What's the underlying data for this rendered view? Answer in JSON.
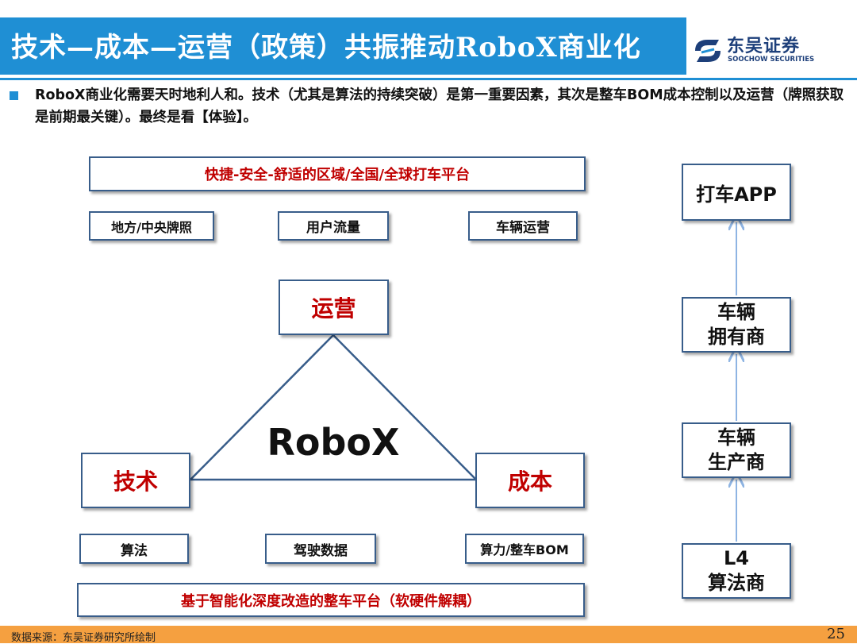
{
  "header": {
    "title": "技术—成本—运营（政策）共振推动RoboX商业化",
    "logo_cn": "东吴证券",
    "logo_en": "SOOCHOW SECURITIES"
  },
  "intro": "RoboX商业化需要天时地利人和。技术（尤其是算法的持续突破）是第一重要因素，其次是整车BOM成本控制以及运营（牌照获取是前期最关键）。最终是看【体验】。",
  "triangle": {
    "center": "RoboX",
    "top": "运营",
    "left": "技术",
    "right": "成本"
  },
  "top_platform": "快捷-安全-舒适的区域/全国/全球打车平台",
  "ops_items": [
    "地方/中央牌照",
    "用户流量",
    "车辆运营"
  ],
  "bottom_items": [
    "算法",
    "驾驶数据",
    "算力/整车BOM"
  ],
  "bottom_platform": "基于智能化深度改造的整车平台（软硬件解耦）",
  "chain": {
    "app": "打车APP",
    "owner_l1": "车辆",
    "owner_l2": "拥有商",
    "maker_l1": "车辆",
    "maker_l2": "生产商",
    "algo_l1": "L4",
    "algo_l2": "算法商"
  },
  "footer": {
    "source": "数据来源：东吴证券研究所绘制",
    "page": "25"
  },
  "colors": {
    "accent_blue": "#1f8fd4",
    "box_border": "#385d8a",
    "emphasis_red": "#c00000",
    "footer_orange": "#f5a040",
    "arrow": "#8eb4e3"
  },
  "icons": [
    "soochow-logo-icon"
  ]
}
